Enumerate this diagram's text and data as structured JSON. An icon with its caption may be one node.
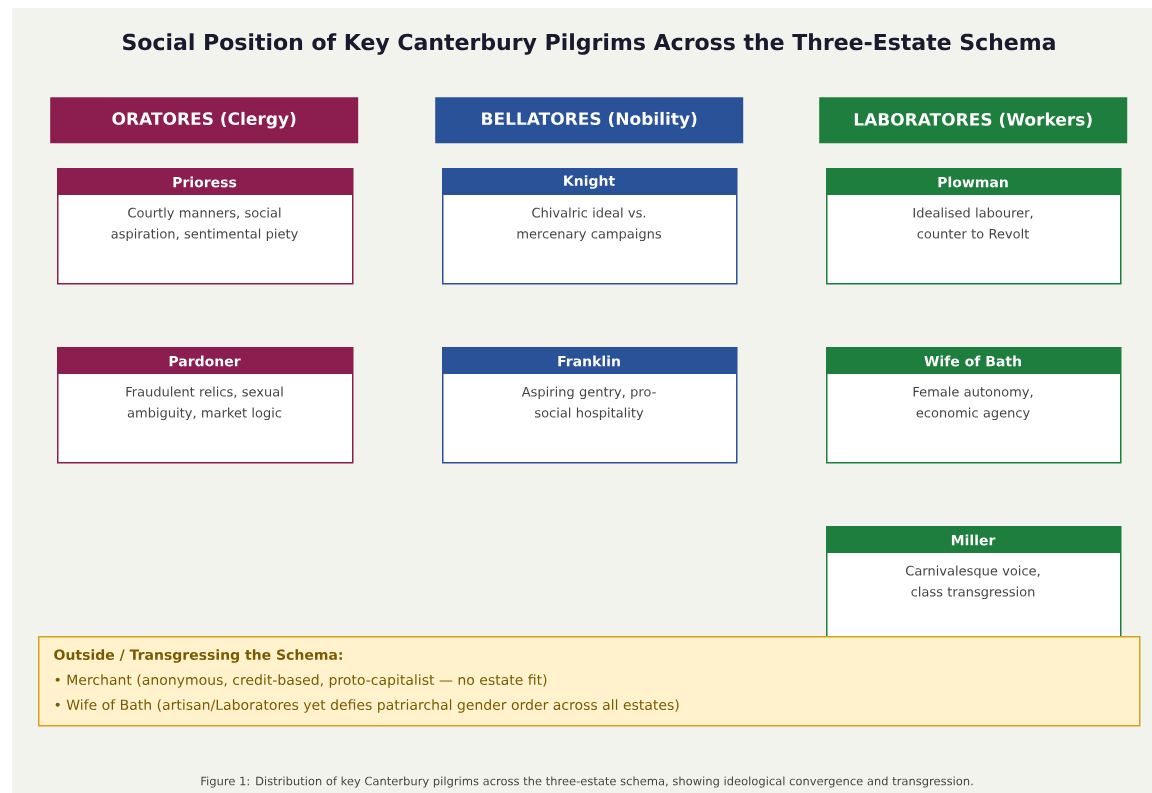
{
  "diagram": {
    "title": "Social Position of Key Canterbury Pilgrims Across the Three-Estate Schema",
    "caption": "Figure 1: Distribution of key Canterbury pilgrims across the three-estate schema, showing ideological convergence and transgression.",
    "nodes": [
      {
        "text": [
          "ORATORES (Clergy)"
        ]
      },
      {
        "text": [
          "BELLATORES (Nobility)"
        ]
      },
      {
        "text": [
          "LABORATORES (Workers)"
        ]
      },
      {
        "text": [
          "Prioress",
          "Courtly manners, social aspiration, sentimental piety"
        ]
      },
      {
        "text": [
          "Knight",
          "Chivalric ideal vs. mercenary campaigns"
        ]
      },
      {
        "text": [
          "Plowman",
          "Idealised labourer, counter to Revolt"
        ]
      },
      {
        "text": [
          "Pardoner",
          "Fraudulent relics, sexual ambiguity, market logic"
        ]
      },
      {
        "text": [
          "Franklin",
          "Aspiring gentry, pro-social hospitality"
        ]
      },
      {
        "text": [
          "Wife of Bath",
          "Female autonomy, economic agency"
        ]
      },
      {
        "text": [
          "Miller",
          "Carnivalesque voice, class transgression"
        ]
      },
      {
        "text": [
          "Outside / Transgressing the Schema:",
          "• Merchant (anonymous, credit-based, proto-capitalist — no estate fit)",
          "• Wife of Bath (artisan/Laboratores yet defies patriarchal gender order across all estates)"
        ]
      }
    ]
  }
}
